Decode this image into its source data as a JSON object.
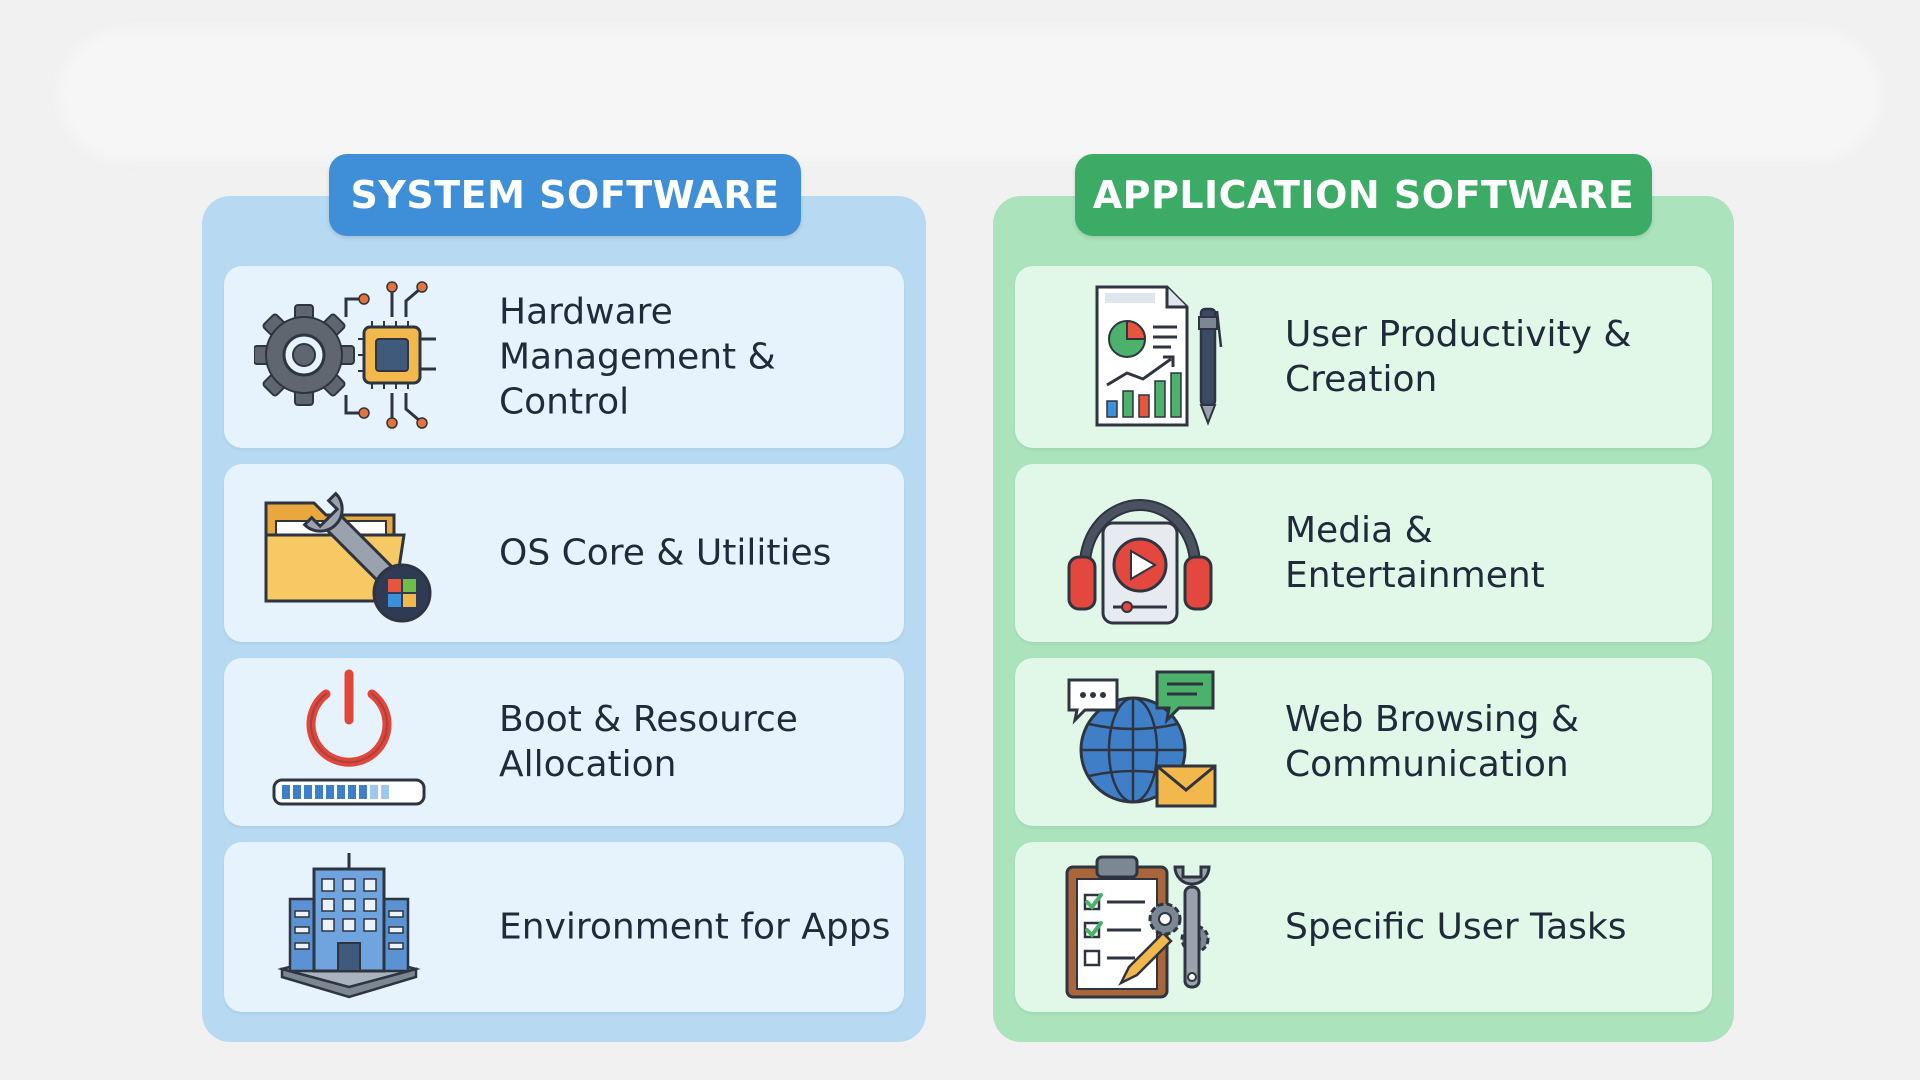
{
  "system": {
    "title": "SYSTEM SOFTWARE",
    "items": [
      {
        "label": "Hardware Management & Control",
        "icon": "gear-chip-icon"
      },
      {
        "label": "OS Core & Utilities",
        "icon": "folder-wrench-icon"
      },
      {
        "label": "Boot & Resource Allocation",
        "icon": "power-progress-icon"
      },
      {
        "label": "Environment for Apps",
        "icon": "building-platform-icon"
      }
    ]
  },
  "application": {
    "title": "APPLICATION SOFTWARE",
    "items": [
      {
        "label": "User Productivity & Creation",
        "icon": "document-chart-pen-icon"
      },
      {
        "label": "Media & Entertainment",
        "icon": "headphones-play-icon"
      },
      {
        "label": "Web Browsing & Communication",
        "icon": "globe-chat-mail-icon"
      },
      {
        "label": "Specific User Tasks",
        "icon": "clipboard-tools-icon"
      }
    ]
  },
  "colors": {
    "system_accent": "#3f8fd8",
    "system_panel": "#b7daf2",
    "app_accent": "#3cab65",
    "app_panel": "#abe3bd"
  }
}
